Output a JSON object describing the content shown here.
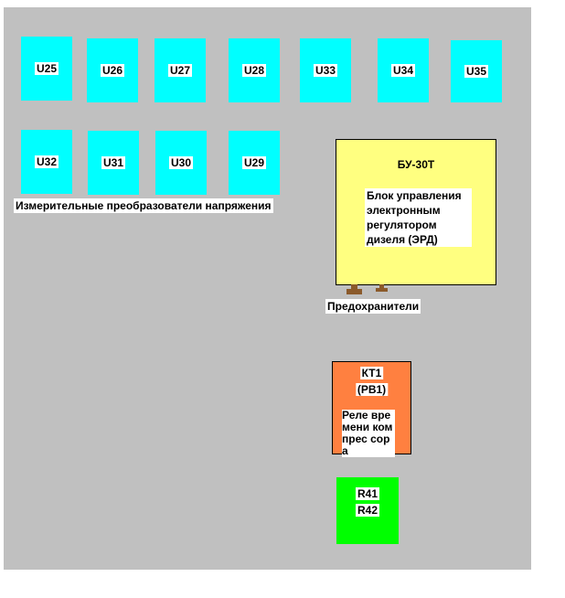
{
  "converters": [
    {
      "id": "U25"
    },
    {
      "id": "U26"
    },
    {
      "id": "U27"
    },
    {
      "id": "U28"
    },
    {
      "id": "U33"
    },
    {
      "id": "U34"
    },
    {
      "id": "U35"
    },
    {
      "id": "U32"
    },
    {
      "id": "U31"
    },
    {
      "id": "U30"
    },
    {
      "id": "U29"
    }
  ],
  "converters_caption": "Измерительные преобразователи напряжения",
  "control_unit": {
    "title": "БУ-30Т",
    "description": "Блок управления электронным регулятором дизеля (ЭРД)"
  },
  "fuses_caption": "Предохранители",
  "relay": {
    "id": "КТ1",
    "alt_id": "(РВ1)",
    "description": "Реле времени компрес сора"
  },
  "resistors": {
    "line1": "R41",
    "line2": "R42"
  },
  "colors": {
    "panel": "#c0c0c0",
    "converter": "#00ffff",
    "control_unit": "#ffff80",
    "relay": "#ff8040",
    "resistor": "#00ff00",
    "fuse": "#8b5a2b"
  }
}
